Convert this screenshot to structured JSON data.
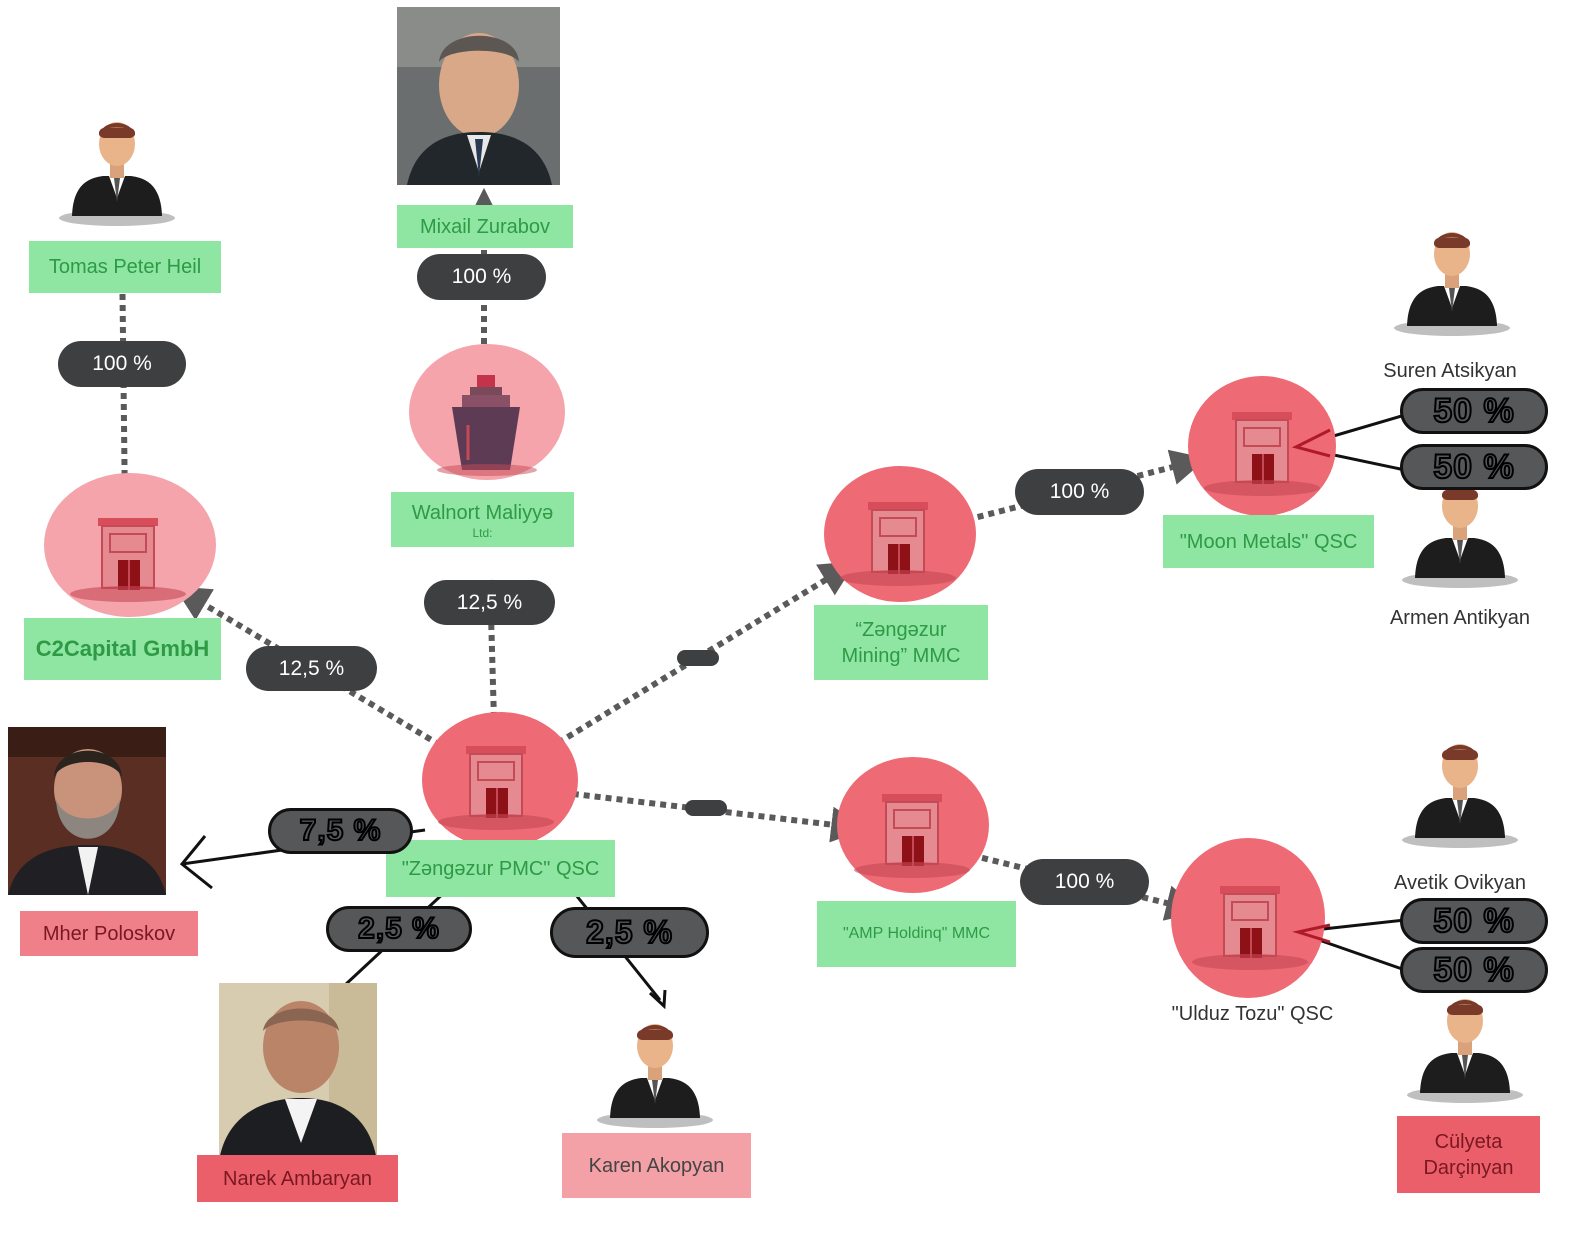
{
  "entities": {
    "tomas": "Tomas Peter Heil",
    "mixail": "Mixail Zurabov",
    "walnort_name": "Walnort Maliyyə",
    "walnort_sub": "Ltd:",
    "c2capital": "C2Capital GmbH",
    "zangezur_pmc": "\"Zəngəzur PMC\" QSC",
    "zangezur_mining": "“Zəngəzur Mining” MMC",
    "moon_metals": "\"Moon Metals\" QSC",
    "amp_holding": "\"AMP Holdinq\" MMC",
    "ulduz_tozu": "\"Ulduz Tozu\" QSC",
    "mher": "Mher Poloskov",
    "narek": "Narek Ambaryan",
    "karen": "Karen Akopyan",
    "suren": "Suren Atsikyan",
    "armen": "Armen Antikyan",
    "avetik": "Avetik Ovikyan",
    "culyeta": "Cülyeta Darçinyan"
  },
  "shares": {
    "tomas_c2": "100 %",
    "mixail_walnort": "100 %",
    "c2_pmc": "12,5 %",
    "walnort_pmc": "12,5 %",
    "mining_moon": "100 %",
    "amp_ulduz": "100 %",
    "mher": "7,5 %",
    "narek": "2,5 %",
    "karen": "2,5 %",
    "suren": "50 %",
    "armen": "50 %",
    "avetik": "50 %",
    "culyeta": "50 %"
  },
  "colors": {
    "node_light": "#f4a4aa",
    "node_dark": "#ee6a74",
    "label_green": "#8fe6a2",
    "label_red": "#ef7f88",
    "pill": "#3d3f41",
    "connector": "#5a5a5a"
  },
  "icons": {
    "company": "building-icon",
    "ship": "ship-icon",
    "person": "person-icon"
  }
}
